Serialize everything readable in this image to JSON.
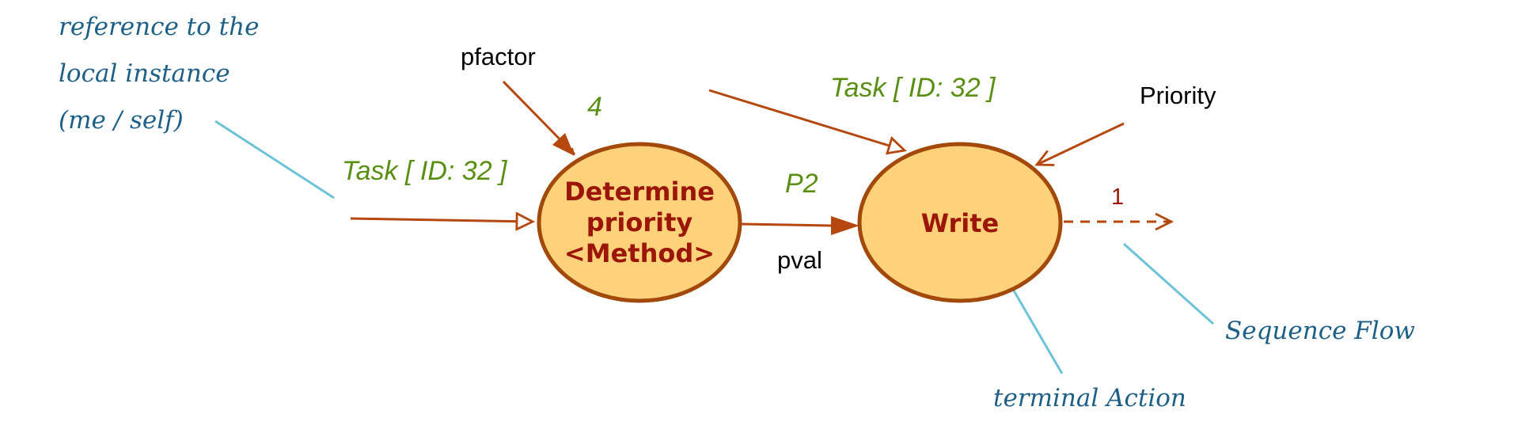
{
  "annotations": {
    "local_ref": [
      "reference to the",
      "local instance",
      "(me / self)"
    ],
    "terminal": "terminal Action",
    "sequence": "Sequence Flow"
  },
  "nodes": {
    "determine": [
      "Determine",
      "priority",
      "<Method>"
    ],
    "write": "Write"
  },
  "labels": {
    "pfactor": "pfactor",
    "four": "4",
    "task_left": "Task [ ID: 32 ]",
    "task_top": "Task [ ID: 32 ]",
    "priority": "Priority",
    "p2": "P2",
    "pval": "pval",
    "seq_one": "1"
  },
  "colors": {
    "arrow": "#b5480f",
    "node_fill": "#fdd27a",
    "node_stroke": "#a3490c",
    "note_line": "#6cc3d8",
    "note_text": "#1d5f86",
    "green_text": "#5a8f13",
    "node_text": "#9b1508"
  }
}
